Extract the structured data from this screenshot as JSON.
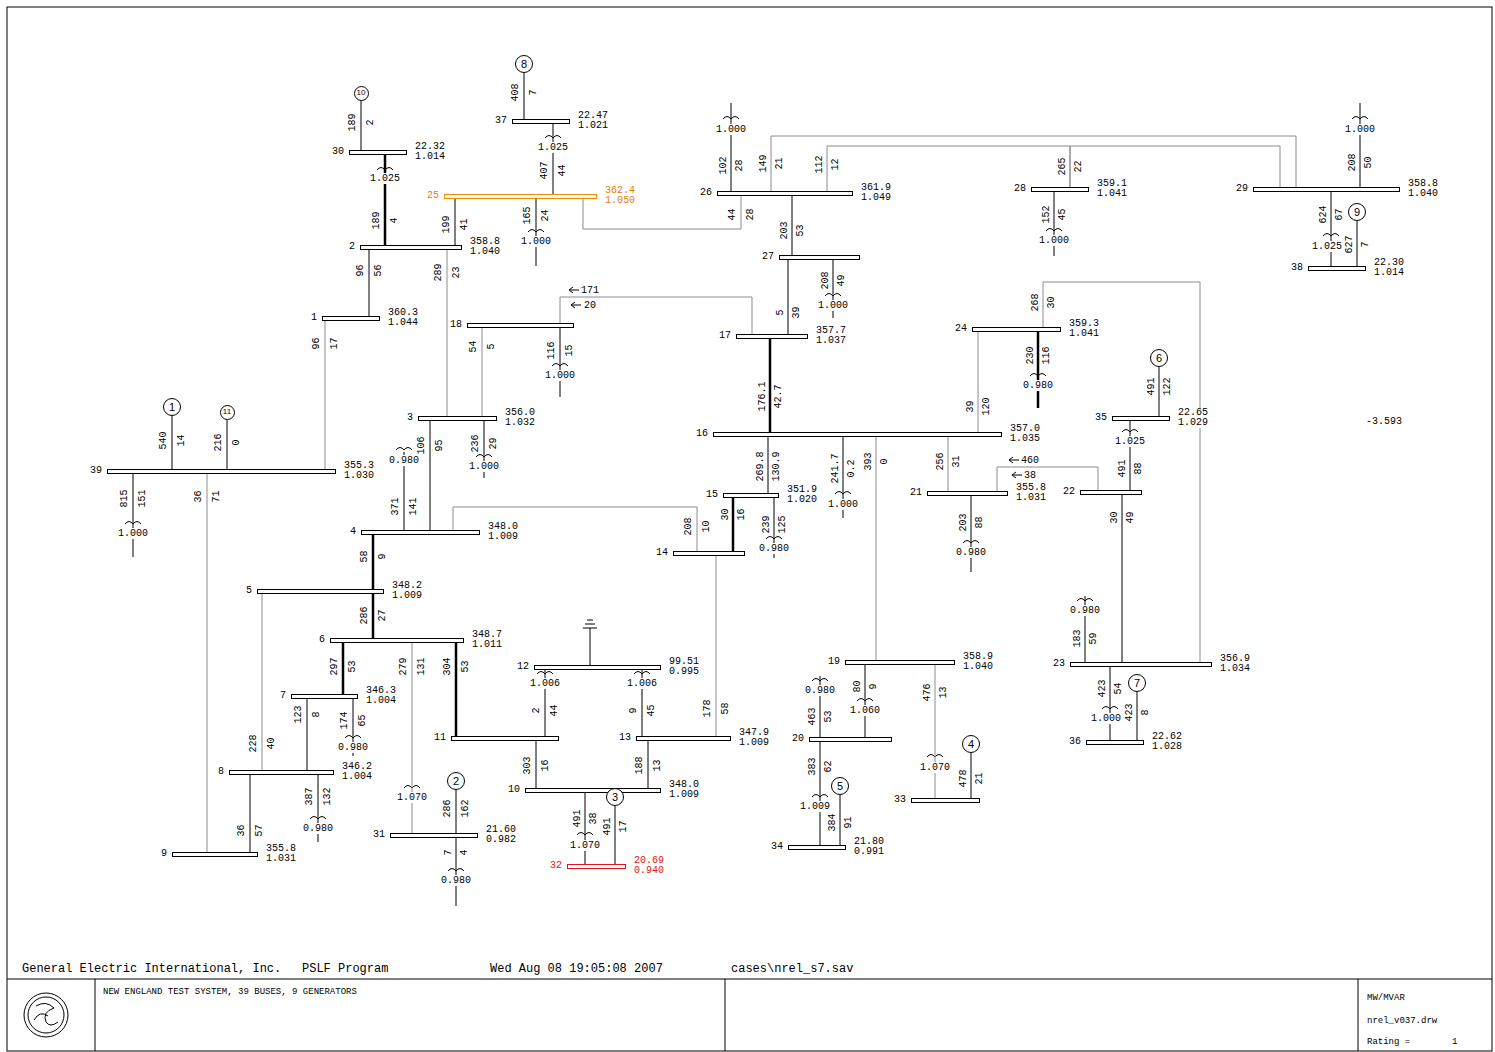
{
  "diagram": {
    "title": "NEW ENGLAND TEST SYSTEM, 39 BUSES, 9 GENERATORS",
    "nodes": [
      {
        "text": [
          "8"
        ]
      },
      {
        "text": [
          "10"
        ]
      },
      {
        "text": [
          "37",
          "22.47",
          "1.021"
        ]
      },
      {
        "text": [
          "30",
          "22.32",
          "1.014"
        ]
      },
      {
        "text": [
          "26",
          "361.9",
          "1.049"
        ]
      },
      {
        "text": [
          "28",
          "359.1",
          "1.041"
        ]
      },
      {
        "text": [
          "29",
          "358.8",
          "1.040"
        ]
      },
      {
        "text": [
          "25",
          "362.4",
          "1.050"
        ]
      },
      {
        "text": [
          "9"
        ]
      },
      {
        "text": [
          "2",
          "358.8",
          "1.040"
        ]
      },
      {
        "text": [
          "27"
        ]
      },
      {
        "text": [
          "38",
          "22.30",
          "1.014"
        ]
      },
      {
        "text": [
          "1",
          "360.3",
          "1.044"
        ]
      },
      {
        "text": [
          "18"
        ]
      },
      {
        "text": [
          "24",
          "359.3",
          "1.041"
        ]
      },
      {
        "text": [
          "17",
          "357.7",
          "1.037"
        ]
      },
      {
        "text": [
          "6"
        ]
      },
      {
        "text": [
          "1"
        ]
      },
      {
        "text": [
          "11"
        ]
      },
      {
        "text": [
          "3",
          "356.0",
          "1.032"
        ]
      },
      {
        "text": [
          "35",
          "22.65",
          "1.029"
        ]
      },
      {
        "text": [
          "16",
          "357.0",
          "1.035"
        ]
      },
      {
        "text": [
          "39",
          "355.3",
          "1.030"
        ]
      },
      {
        "text": [
          "22"
        ]
      },
      {
        "text": [
          "21",
          "355.8",
          "1.031"
        ]
      },
      {
        "text": [
          "15",
          "351.9",
          "1.020"
        ]
      },
      {
        "text": [
          "4",
          "348.0",
          "1.009"
        ]
      },
      {
        "text": [
          "14"
        ]
      },
      {
        "text": [
          "5",
          "348.2",
          "1.009"
        ]
      },
      {
        "text": [
          "6",
          "348.7",
          "1.011"
        ]
      },
      {
        "text": [
          "23",
          "356.9",
          "1.034"
        ]
      },
      {
        "text": [
          "19",
          "358.9",
          "1.040"
        ]
      },
      {
        "text": [
          "12",
          "99.51",
          "0.995"
        ]
      },
      {
        "text": [
          "7"
        ]
      },
      {
        "text": [
          "7",
          "346.3",
          "1.004"
        ]
      },
      {
        "text": [
          "11"
        ]
      },
      {
        "text": [
          "13",
          "347.9",
          "1.009"
        ]
      },
      {
        "text": [
          "20"
        ]
      },
      {
        "text": [
          "36",
          "22.62",
          "1.028"
        ]
      },
      {
        "text": [
          "4"
        ]
      },
      {
        "text": [
          "8",
          "346.2",
          "1.004"
        ]
      },
      {
        "text": [
          "2"
        ]
      },
      {
        "text": [
          "10",
          "348.0",
          "1.009"
        ]
      },
      {
        "text": [
          "3"
        ]
      },
      {
        "text": [
          "5"
        ]
      },
      {
        "text": [
          "33"
        ]
      },
      {
        "text": [
          "31",
          "21.60",
          "0.982"
        ]
      },
      {
        "text": [
          "34",
          "21.80",
          "0.991"
        ]
      },
      {
        "text": [
          "9",
          "355.8",
          "1.031"
        ]
      },
      {
        "text": [
          "32",
          "20.69",
          "0.940"
        ]
      }
    ],
    "edges": [
      {
        "from": 1,
        "to": 3,
        "arrow": "none"
      },
      {
        "from": 0,
        "to": 2,
        "arrow": "none"
      },
      {
        "from": 3,
        "to": 9,
        "arrow": "none"
      },
      {
        "from": 2,
        "to": 7,
        "arrow": "none"
      },
      {
        "from": 7,
        "to": 9,
        "arrow": "none"
      },
      {
        "from": 7,
        "to": 4,
        "arrow": "none"
      },
      {
        "from": 9,
        "to": 12,
        "arrow": "none"
      },
      {
        "from": 9,
        "to": 19,
        "arrow": "none"
      },
      {
        "from": 12,
        "to": 22,
        "arrow": "none"
      },
      {
        "from": 19,
        "to": 13,
        "arrow": "none"
      },
      {
        "from": 19,
        "to": 26,
        "arrow": "none"
      },
      {
        "from": 22,
        "to": 48,
        "arrow": "none"
      },
      {
        "from": 17,
        "to": 22,
        "arrow": "none"
      },
      {
        "from": 18,
        "to": 22,
        "arrow": "none"
      },
      {
        "from": 26,
        "to": 28,
        "arrow": "none"
      },
      {
        "from": 26,
        "to": 27,
        "arrow": "none"
      },
      {
        "from": 28,
        "to": 29,
        "arrow": "none"
      },
      {
        "from": 28,
        "to": 40,
        "arrow": "none"
      },
      {
        "from": 29,
        "to": 34,
        "arrow": "none"
      },
      {
        "from": 29,
        "to": 46,
        "arrow": "none"
      },
      {
        "from": 29,
        "to": 35,
        "arrow": "none"
      },
      {
        "from": 34,
        "to": 40,
        "arrow": "none"
      },
      {
        "from": 40,
        "to": 48,
        "arrow": "none"
      },
      {
        "from": 41,
        "to": 46,
        "arrow": "none"
      },
      {
        "from": 32,
        "to": 35,
        "arrow": "none"
      },
      {
        "from": 32,
        "to": 36,
        "arrow": "none"
      },
      {
        "from": 42,
        "to": 35,
        "arrow": "none"
      },
      {
        "from": 42,
        "to": 36,
        "arrow": "none"
      },
      {
        "from": 36,
        "to": 27,
        "arrow": "none"
      },
      {
        "from": 42,
        "to": 49,
        "arrow": "none"
      },
      {
        "from": 43,
        "to": 49,
        "arrow": "none"
      },
      {
        "from": 27,
        "to": 25,
        "arrow": "none"
      },
      {
        "from": 25,
        "to": 21,
        "arrow": "none"
      },
      {
        "from": 21,
        "to": 15,
        "arrow": "none"
      },
      {
        "from": 21,
        "to": 31,
        "arrow": "none"
      },
      {
        "from": 21,
        "to": 24,
        "arrow": "none"
      },
      {
        "from": 21,
        "to": 14,
        "arrow": "none"
      },
      {
        "from": 15,
        "to": 10,
        "arrow": "none"
      },
      {
        "from": 4,
        "to": 10,
        "arrow": "none"
      },
      {
        "from": 15,
        "to": 13,
        "arrow": "none"
      },
      {
        "from": 4,
        "to": 6,
        "arrow": "none"
      },
      {
        "from": 4,
        "to": 5,
        "arrow": "none"
      },
      {
        "from": 5,
        "to": 6,
        "arrow": "none"
      },
      {
        "from": 6,
        "to": 11,
        "arrow": "none"
      },
      {
        "from": 8,
        "to": 11,
        "arrow": "none"
      },
      {
        "from": 14,
        "to": 30,
        "arrow": "none"
      },
      {
        "from": 24,
        "to": 23,
        "arrow": "none"
      },
      {
        "from": 23,
        "to": 20,
        "arrow": "none"
      },
      {
        "from": 16,
        "to": 20,
        "arrow": "none"
      },
      {
        "from": 23,
        "to": 30,
        "arrow": "none"
      },
      {
        "from": 30,
        "to": 38,
        "arrow": "none"
      },
      {
        "from": 33,
        "to": 38,
        "arrow": "none"
      },
      {
        "from": 31,
        "to": 37,
        "arrow": "none"
      },
      {
        "from": 37,
        "to": 47,
        "arrow": "none"
      },
      {
        "from": 44,
        "to": 47,
        "arrow": "none"
      },
      {
        "from": 31,
        "to": 45,
        "arrow": "none"
      },
      {
        "from": 39,
        "to": 45,
        "arrow": "none"
      }
    ],
    "labels": [
      "189",
      "2",
      "1.025",
      "189",
      "4",
      "408",
      "7",
      "1.025",
      "407",
      "44",
      "199",
      "41",
      "165",
      "24",
      "1.000",
      "96",
      "56",
      "289",
      "23",
      "96",
      "17",
      "54",
      "5",
      "116",
      "15",
      "1.000",
      "171",
      "20",
      "106",
      "95",
      "236",
      "29",
      "1.000",
      "0.980",
      "371",
      "141",
      "540",
      "14",
      "216",
      "0",
      "815",
      "151",
      "1.000",
      "36",
      "71",
      "58",
      "9",
      "286",
      "27",
      "297",
      "53",
      "279",
      "131",
      "304",
      "53",
      "123",
      "8",
      "174",
      "65",
      "0.980",
      "228",
      "40",
      "387",
      "132",
      "0.980",
      "36",
      "57",
      "1.070",
      "286",
      "162",
      "7",
      "4",
      "0.980",
      "1.006",
      "1.006",
      "2",
      "44",
      "9",
      "45",
      "303",
      "16",
      "188",
      "13",
      "178",
      "58",
      "491",
      "38",
      "1.070",
      "491",
      "17",
      "208",
      "10",
      "30",
      "16",
      "239",
      "125",
      "0.980",
      "176.1",
      "42.7",
      "269.8",
      "130.9",
      "241.7",
      "0.2",
      "1.000",
      "393",
      "0",
      "256",
      "31",
      "39",
      "120",
      "5",
      "39",
      "203",
      "53",
      "208",
      "49",
      "1.000",
      "102",
      "28",
      "1.000",
      "44",
      "28",
      "149",
      "21",
      "112",
      "12",
      "265",
      "22",
      "152",
      "45",
      "1.000",
      "208",
      "50",
      "1.000",
      "624",
      "67",
      "1.025",
      "627",
      "7",
      "268",
      "30",
      "230",
      "116",
      "0.980",
      "203",
      "88",
      "0.980",
      "460",
      "38",
      "491",
      "122",
      "1.025",
      "491",
      "88",
      "30",
      "49",
      "0.980",
      "183",
      "59",
      "423",
      "54",
      "1.000",
      "423",
      "8",
      "-3.593",
      "0.980",
      "463",
      "53",
      "80",
      "9",
      "1.060",
      "476",
      "13",
      "383",
      "62",
      "1.009",
      "384",
      "91",
      "1.070",
      "478",
      "21",
      "General Electric International, Inc.",
      "PSLF Program",
      "Wed Aug 08 19:05:08 2007",
      "cases\\nrel_s7.sav",
      "MW/MVAR",
      "nrel_v037.drw",
      "Rating =",
      "1"
    ]
  }
}
